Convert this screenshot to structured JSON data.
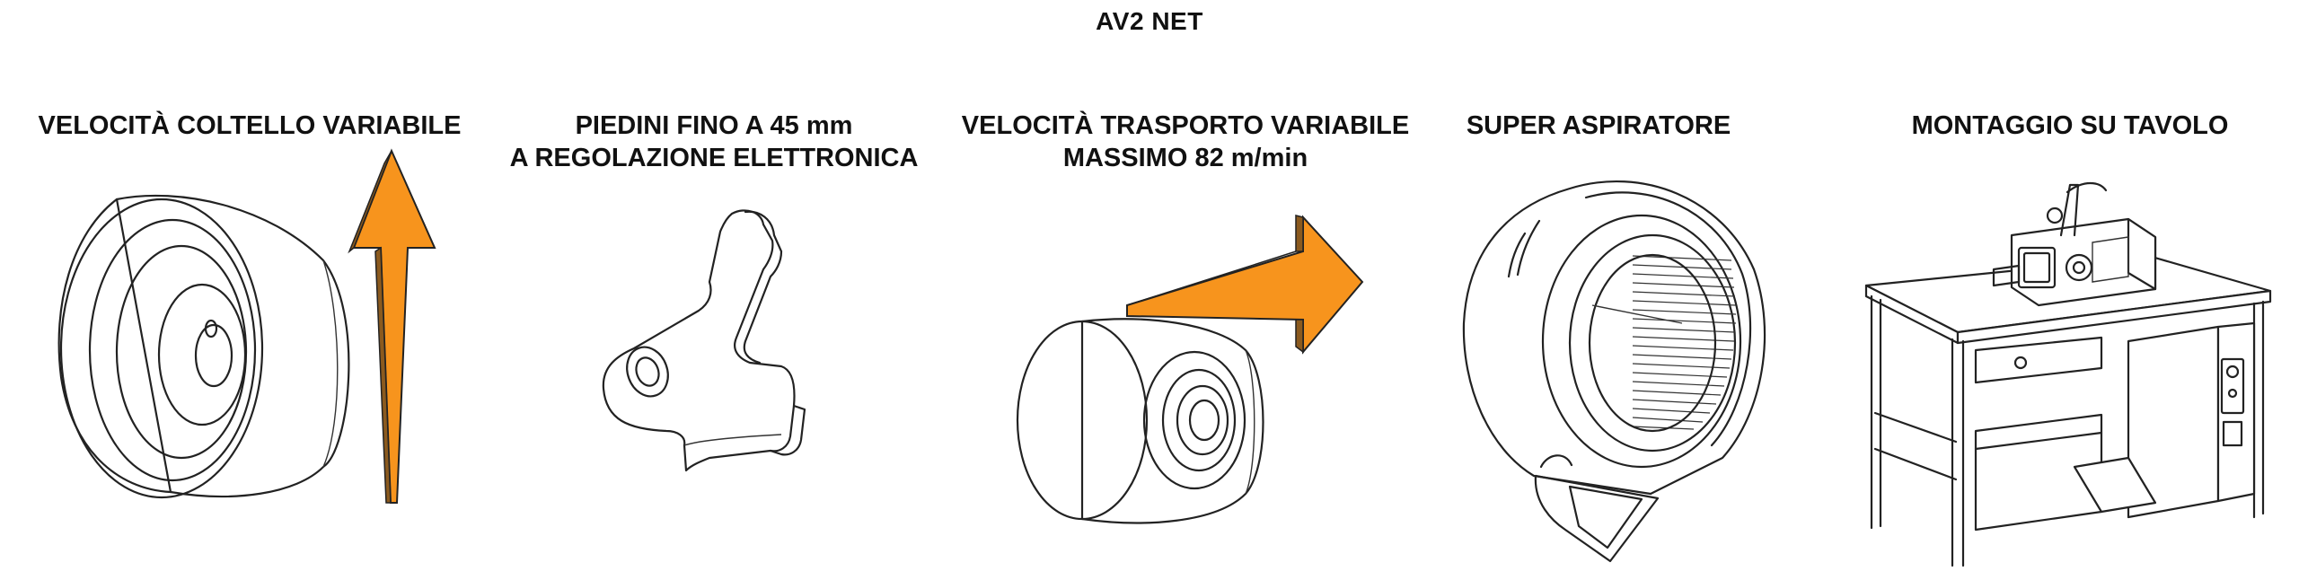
{
  "title": "AV2 NET",
  "features": [
    {
      "id": "knife-speed",
      "lines": [
        "VELOCITÀ COLTELLO VARIABILE"
      ]
    },
    {
      "id": "presser-feet",
      "lines": [
        "PIEDINI FINO A 45 mm",
        "A REGOLAZIONE ELETTRONICA"
      ]
    },
    {
      "id": "feed-speed",
      "lines": [
        "VELOCITÀ TRASPORTO VARIABILE",
        "MASSIMO 82 m/min"
      ]
    },
    {
      "id": "super-aspirator",
      "lines": [
        "SUPER ASPIRATORE"
      ]
    },
    {
      "id": "table-mounting",
      "lines": [
        "MONTAGGIO SU TAVOLO"
      ]
    }
  ],
  "colors": {
    "arrow_fill": "#F7941D",
    "arrow_side": "#8B5A1E",
    "line": "#222222"
  },
  "icons": {
    "knife": "bell-knife-icon",
    "knife_arrow": "up-arrow-icon",
    "presser": "presser-foot-icon",
    "feed_roller": "feed-roller-icon",
    "feed_arrow": "right-arrow-icon",
    "aspirator": "blower-fan-icon",
    "table": "workbench-machine-icon"
  }
}
